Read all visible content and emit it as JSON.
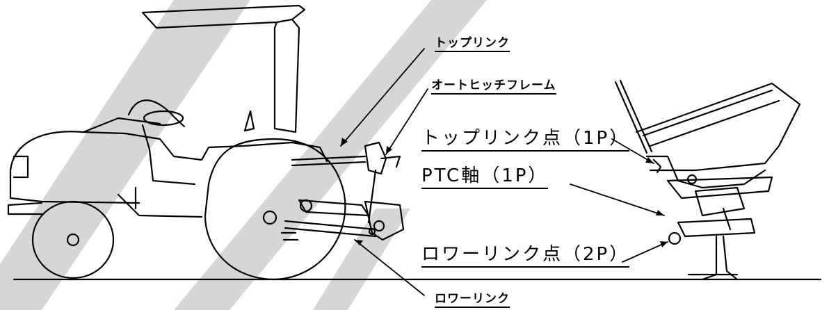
{
  "diagram": {
    "labels": {
      "top_link": "トップリンク",
      "auto_hitch_frame": "オートヒッチフレーム",
      "top_link_point": "トップリンク点（1P）",
      "pto_shaft": "PTC軸（1P）",
      "lower_link_point": "ロワーリンク点（2P）",
      "lower_link": "ロワーリンク"
    },
    "colors": {
      "line": "#000000",
      "watermark": "#cfcfcf",
      "background": "#ffffff"
    }
  }
}
